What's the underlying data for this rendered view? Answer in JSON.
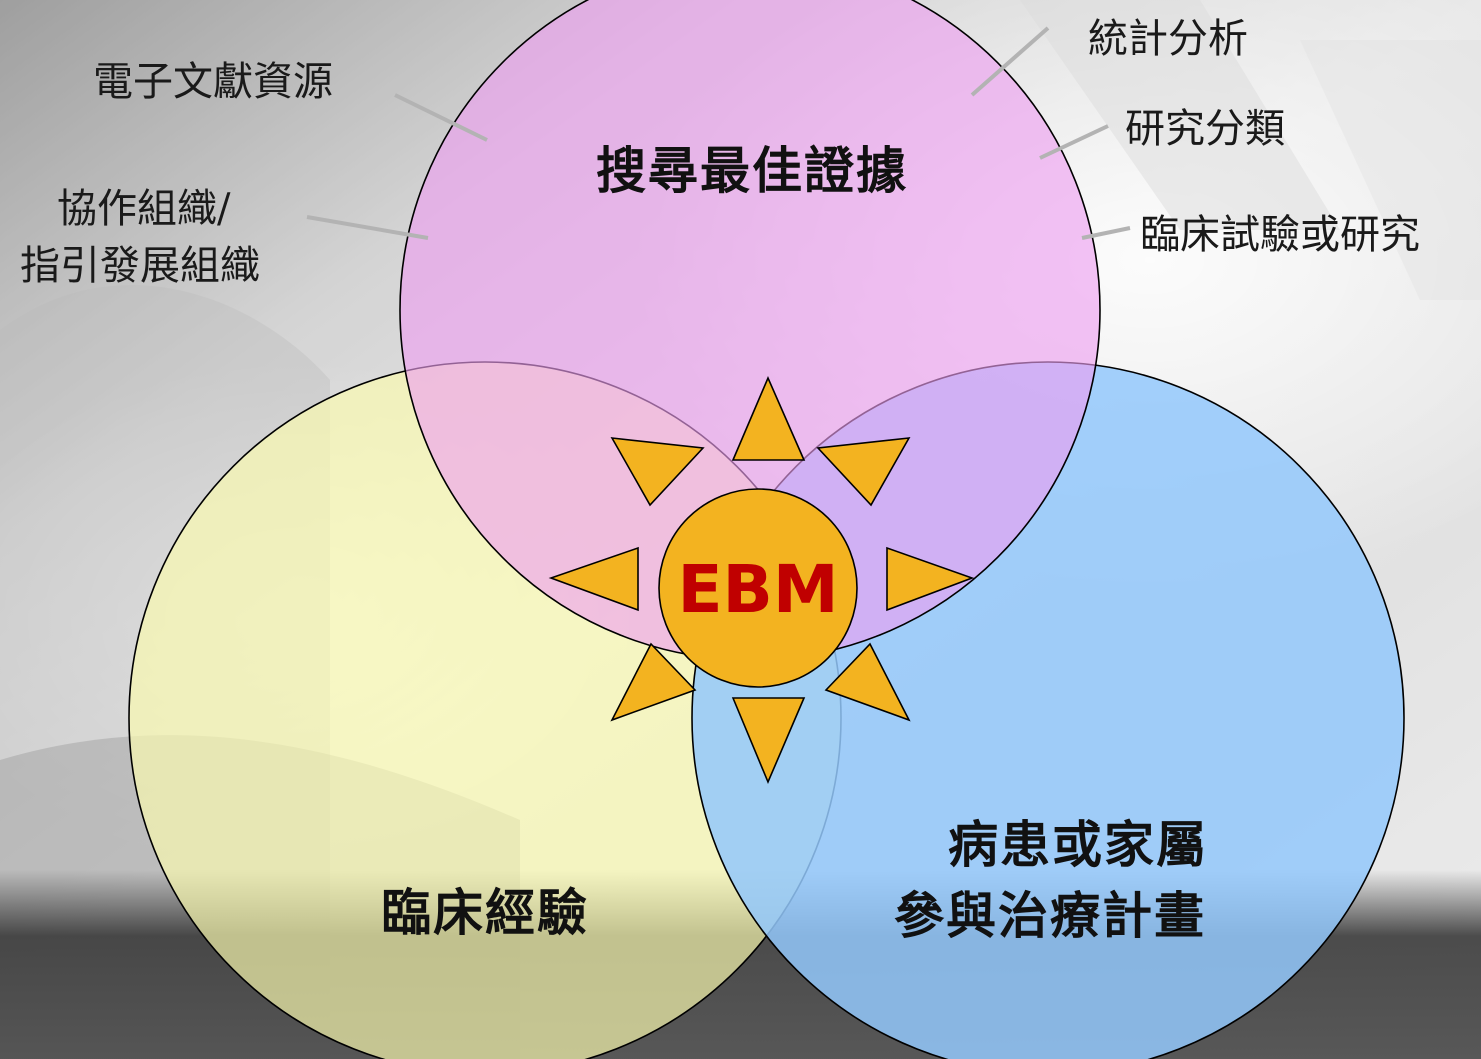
{
  "colors": {
    "top_circle": "#ee9ef0",
    "left_circle": "#fbfab0",
    "right_circle": "#93c8fb",
    "sun": "#f3b320",
    "center_text": "#c00000",
    "outline": "#000000"
  },
  "circles": {
    "top": {
      "label": "搜尋最佳證據"
    },
    "left": {
      "label": "臨床經驗"
    },
    "right": {
      "label_line1": "病患或家屬",
      "label_line2": "參與治療計畫"
    }
  },
  "center": {
    "label": "EBM"
  },
  "callouts": {
    "electronic_resources": "電子文獻資源",
    "collab_org_line1": "協作組織/",
    "collab_org_line2": "指引發展組織",
    "statistical_analysis": "統計分析",
    "research_classification": "研究分類",
    "clinical_trials": "臨床試驗或研究"
  }
}
